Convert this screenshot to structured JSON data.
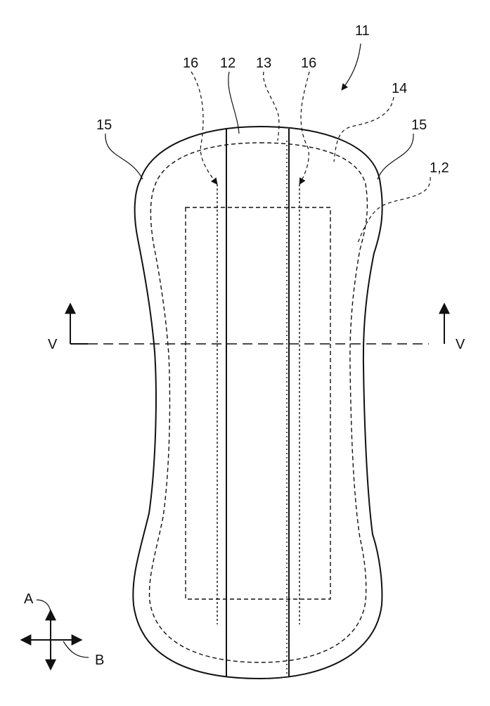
{
  "labels": {
    "ref_11": "11",
    "ref_16_left": "16",
    "ref_12": "12",
    "ref_13": "13",
    "ref_16_right": "16",
    "ref_14": "14",
    "ref_15_left": "15",
    "ref_15_right": "15",
    "ref_1_2": "1,2",
    "section_v_left": "V",
    "section_v_right": "V",
    "axis_a": "A",
    "axis_b": "B"
  }
}
